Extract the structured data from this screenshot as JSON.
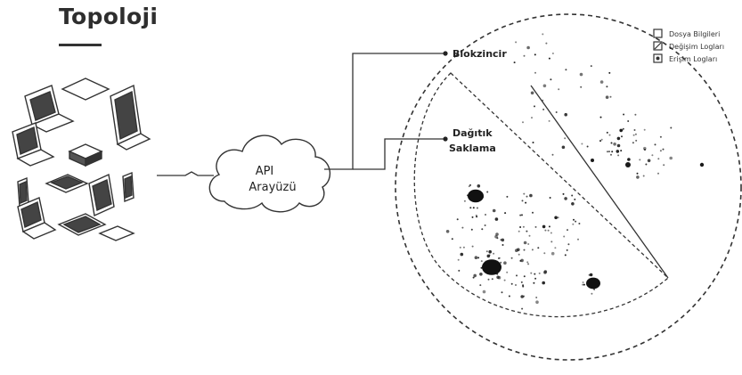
{
  "title": "Topoloji",
  "cloud": {
    "line1": "API",
    "line2": "Arayüzü"
  },
  "labels": {
    "blockchain": "Blokzincir",
    "storage_line1": "Dağıtık",
    "storage_line2": "Saklama"
  },
  "legend": [
    {
      "icon": "file-icon",
      "text": "Dosya Bilgileri"
    },
    {
      "icon": "edit-icon",
      "text": "Değişim Logları"
    },
    {
      "icon": "access-icon",
      "text": "Erişim Logları"
    }
  ],
  "colors": {
    "ink": "#222222",
    "node": "#1a1a1a",
    "device": "#333333"
  }
}
